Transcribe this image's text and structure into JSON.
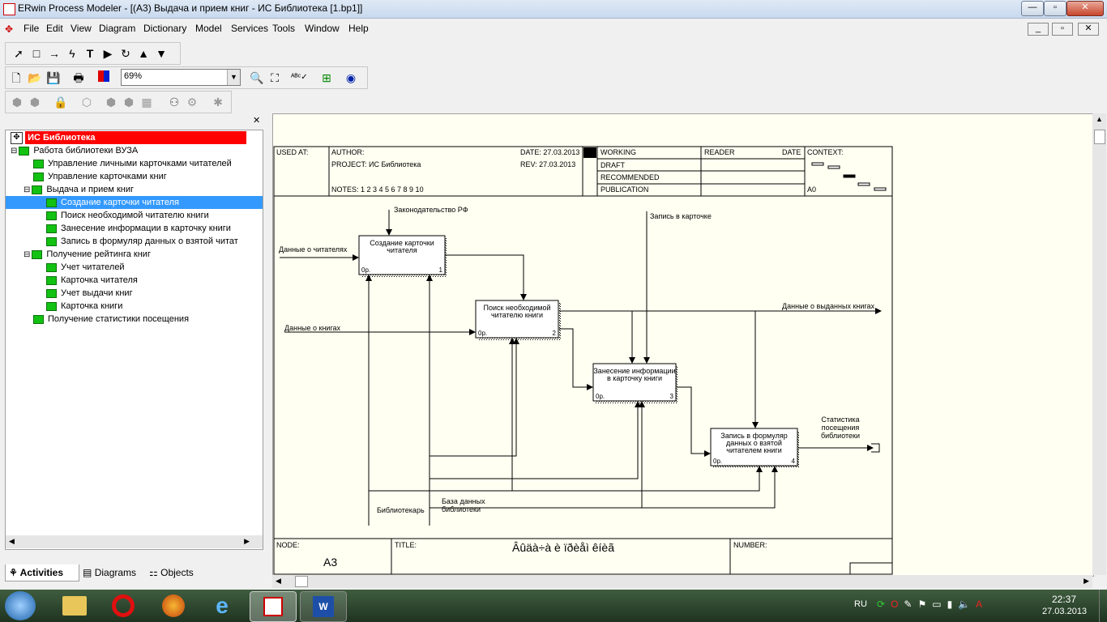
{
  "window": {
    "title": "ERwin Process Modeler - [(A3) Выдача и прием книг - ИС Библиотека  [1.bp1]]",
    "min_label": "—",
    "max_label": "▫",
    "close_label": "✕"
  },
  "menu": {
    "items": [
      "File",
      "Edit",
      "View",
      "Diagram",
      "Dictionary",
      "Model",
      "Services",
      "Tools",
      "Window",
      "Help"
    ]
  },
  "toolbar": {
    "zoom": "69%"
  },
  "tree": {
    "root": "ИС Библиотека",
    "items": [
      {
        "label": "Работа библиотеки ВУЗА",
        "level": 1
      },
      {
        "label": "Управление личными  карточками читателей",
        "level": 2
      },
      {
        "label": "Управление  карточками книг",
        "level": 2
      },
      {
        "label": "Выдача и прием книг",
        "level": 2
      },
      {
        "label": "Создание карточки  читателя",
        "level": 3,
        "selected": true
      },
      {
        "label": "Поиск необходимой  читателю книги",
        "level": 3
      },
      {
        "label": "Занесение информации  в карточку книги",
        "level": 3
      },
      {
        "label": "Запись в формуляр  данных о взятой  читат",
        "level": 3
      },
      {
        "label": "Получение рейтинга  книг",
        "level": 2
      },
      {
        "label": "Учет читателей",
        "level": 3
      },
      {
        "label": "Карточка читателя",
        "level": 3
      },
      {
        "label": "Учет выдачи книг",
        "level": 3
      },
      {
        "label": "Карточка книги",
        "level": 3
      },
      {
        "label": "Получение статистики  посещения",
        "level": 2
      }
    ]
  },
  "tabs": [
    "Activities",
    "Diagrams",
    "Objects"
  ],
  "diagram": {
    "header": {
      "used_at": "USED AT:",
      "author": "AUTHOR:",
      "project": "PROJECT:  ИС Библиотека",
      "notes": "NOTES:  1  2  3  4  5  6  7  8  9  10",
      "date": "DATE: 27.03.2013",
      "rev": "REV:   27.03.2013",
      "working": "WORKING",
      "draft": "DRAFT",
      "recommended": "RECOMMENDED",
      "publication": "PUBLICATION",
      "reader": "READER",
      "reader_date": "DATE",
      "context": "CONTEXT:",
      "context_node": "A0"
    },
    "boxes": [
      {
        "name": "Создание карточки\nчитателя",
        "cost": "0р.",
        "num": "1"
      },
      {
        "name": "Поиск необходимой\nчитателю книги",
        "cost": "0р.",
        "num": "2"
      },
      {
        "name": "Занесение информации\nв карточку книги",
        "cost": "0р.",
        "num": "3"
      },
      {
        "name": "Запись в формуляр\nданных о взятой\nчитателем книги",
        "cost": "0р.",
        "num": "4"
      }
    ],
    "labels": {
      "law": "Законодательство РФ",
      "card_record": "Запись в карточке",
      "readers_data": "Данные о читателях",
      "books_data": "Данные о книгах",
      "issued_data": "Данные о выданных книгах",
      "stats": "Статистика\nпосещения\nбиблиотеки",
      "librarian": "Библиотекарь",
      "db": "База данных\nбиблиотеки"
    },
    "footer": {
      "node_label": "NODE:",
      "node_value": "A3",
      "title_label": "TITLE:",
      "title_value": "Âûäà÷à è ïðèåì êíèã",
      "number_label": "NUMBER:"
    }
  },
  "taskbar": {
    "lang": "RU",
    "time": "22:37",
    "date": "27.03.2013"
  }
}
